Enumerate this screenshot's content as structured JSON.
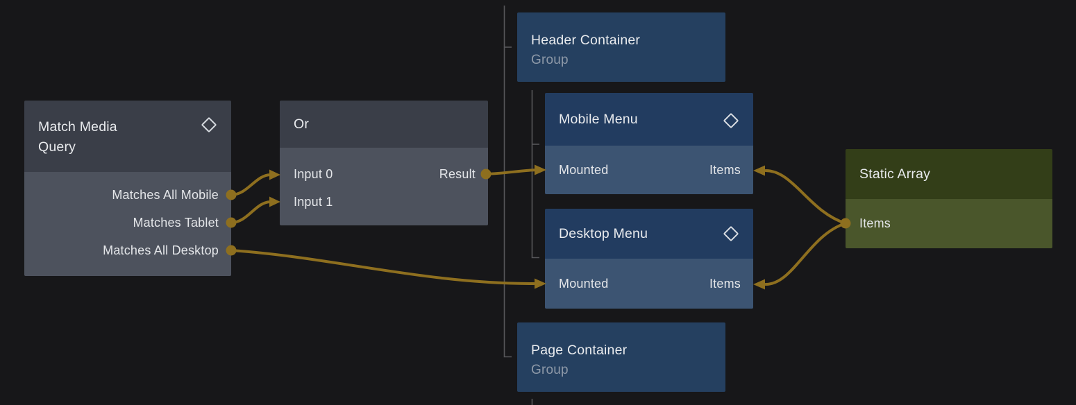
{
  "app": {
    "view": "node-graph-editor"
  },
  "colors": {
    "canvas-bg": "#171719",
    "wire": "#8e6f1f",
    "tree-line": "#57575a",
    "gray-node-header": "#3a3e48",
    "gray-node-body": "#4d525d",
    "blue-node-header": "#223c60",
    "blue-node-body": "#3c5472",
    "group-node-bg": "#254060",
    "green-node-header": "#333e18",
    "green-node-body": "#4a562b",
    "title-text": "#e9ebee",
    "subtitle-text": "#8e99a8",
    "port-text": "#e4e6e9"
  },
  "icons": {
    "component_indicator": "diamond-outline-icon"
  },
  "nodes": {
    "match_media_query": {
      "title": "Match Media Query",
      "outputs": [
        "Matches All Mobile",
        "Matches Tablet",
        "Matches All Desktop"
      ]
    },
    "or": {
      "title": "Or",
      "inputs": [
        "Input 0",
        "Input 1"
      ],
      "outputs": [
        "Result"
      ]
    },
    "header_container": {
      "title": "Header Container",
      "subtitle": "Group"
    },
    "mobile_menu": {
      "title": "Mobile Menu",
      "inputs": [
        "Mounted",
        "Items"
      ]
    },
    "desktop_menu": {
      "title": "Desktop Menu",
      "inputs": [
        "Mounted",
        "Items"
      ]
    },
    "page_container": {
      "title": "Page Container",
      "subtitle": "Group"
    },
    "static_array": {
      "title": "Static Array",
      "outputs": [
        "Items"
      ]
    }
  },
  "connections": [
    {
      "from": "Match Media Query.Matches All Mobile",
      "to": "Or.Input 0"
    },
    {
      "from": "Match Media Query.Matches Tablet",
      "to": "Or.Input 1"
    },
    {
      "from": "Match Media Query.Matches All Desktop",
      "to": "Desktop Menu.Mounted"
    },
    {
      "from": "Or.Result",
      "to": "Mobile Menu.Mounted"
    },
    {
      "from": "Static Array.Items",
      "to": "Mobile Menu.Items"
    },
    {
      "from": "Static Array.Items",
      "to": "Desktop Menu.Items"
    }
  ]
}
